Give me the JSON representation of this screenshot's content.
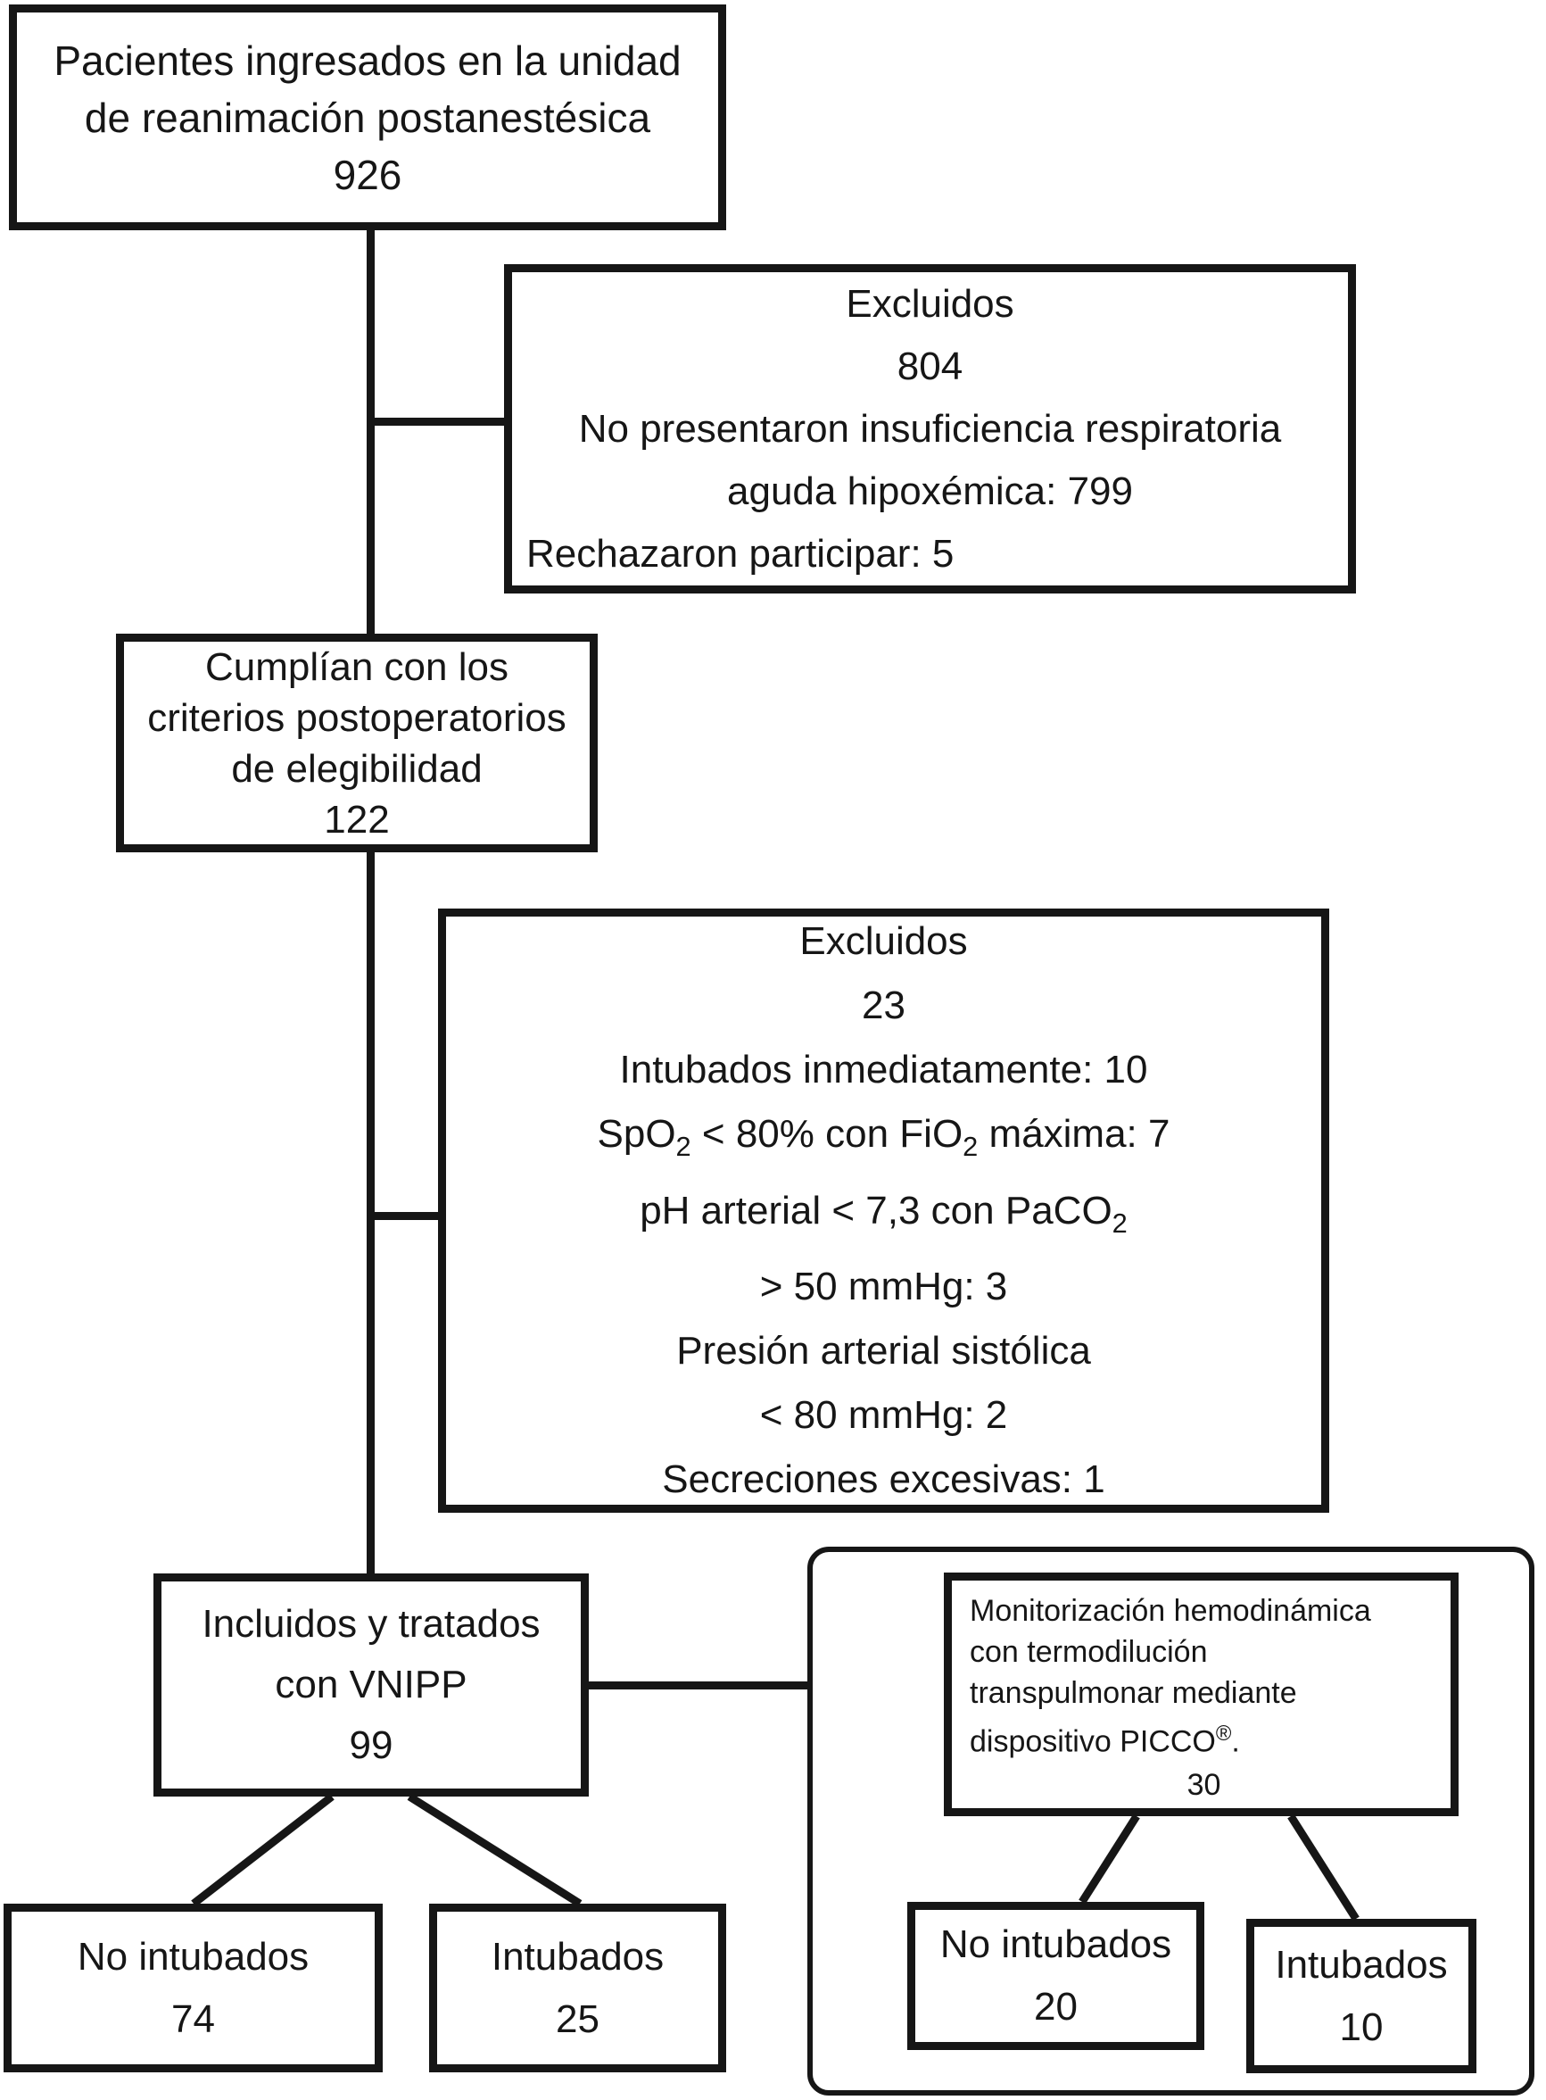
{
  "colors": {
    "ink": "#161616",
    "background": "#ffffff"
  },
  "boxes": {
    "admitted": {
      "line1": "Pacientes ingresados en la unidad",
      "line2": "de reanimación postanestésica",
      "count": "926"
    },
    "excluded_initial": {
      "title": "Excluidos",
      "count": "804",
      "reason1_line1": "No presentaron insuficiencia respiratoria",
      "reason1_line2": "aguda hipoxémica: 799",
      "reason2": "Rechazaron participar: 5"
    },
    "eligible": {
      "line1": "Cumplían con los",
      "line2": "criterios postoperatorios",
      "line3": "de elegibilidad",
      "count": "122"
    },
    "excluded_secondary": {
      "title": "Excluidos",
      "count": "23",
      "reason1": "Intubados inmediatamente: 10",
      "reason2": "SpO~2~ < 80% con FiO~2~ máxima: 7",
      "reason3_line1": "pH arterial < 7,3 con PaCO~2~",
      "reason3_line2": "> 50 mmHg: 3",
      "reason4_line1": "Presión arterial sistólica",
      "reason4_line2": "< 80 mmHg: 2",
      "reason5": "Secreciones excesivas: 1"
    },
    "included_vnipp": {
      "line1": "Incluidos y tratados",
      "line2": "con VNIPP",
      "count": "99"
    },
    "monitoring_picco": {
      "line1": "Monitorización hemodinámica",
      "line2": "con termodilución",
      "line3": "transpulmonar mediante",
      "line4": "dispositivo PICCO^®^.",
      "count": "30"
    },
    "not_intubated_vnipp": {
      "label": "No intubados",
      "count": "74"
    },
    "intubated_vnipp": {
      "label": "Intubados",
      "count": "25"
    },
    "not_intubated_picco": {
      "label": "No intubados",
      "count": "20"
    },
    "intubated_picco": {
      "label": "Intubados",
      "count": "10"
    }
  }
}
